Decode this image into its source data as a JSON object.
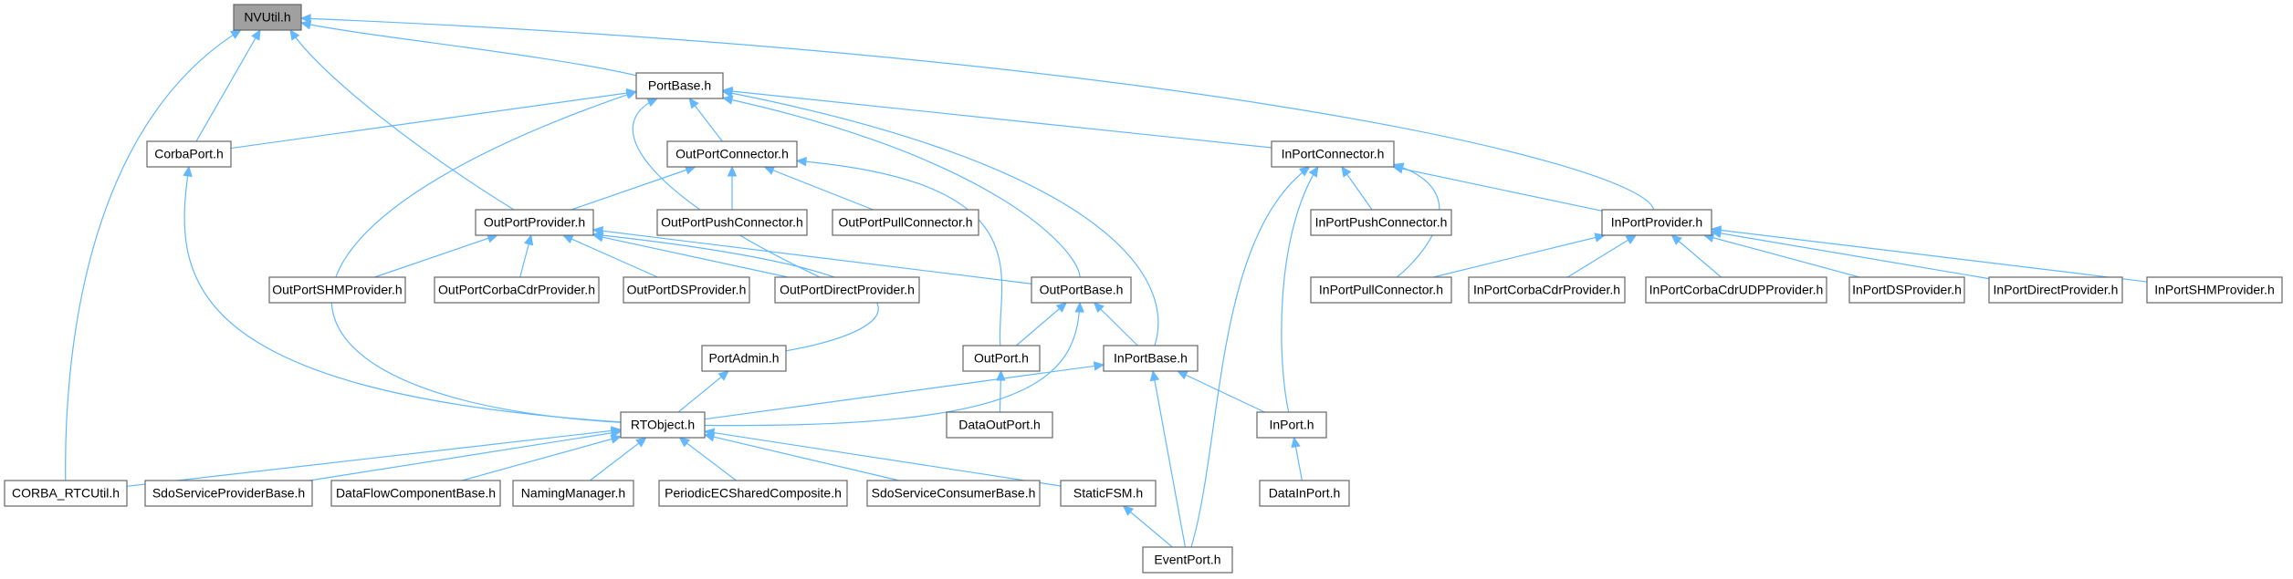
{
  "graph": {
    "type": "include-dependency-graph",
    "root": "nvutil",
    "nodes": [
      {
        "id": "nvutil",
        "label": "NVUtil.h"
      },
      {
        "id": "portbase",
        "label": "PortBase.h"
      },
      {
        "id": "corbaport",
        "label": "CorbaPort.h"
      },
      {
        "id": "outportconnector",
        "label": "OutPortConnector.h"
      },
      {
        "id": "inportconnector",
        "label": "InPortConnector.h"
      },
      {
        "id": "outportprovider",
        "label": "OutPortProvider.h"
      },
      {
        "id": "outportpushconnector",
        "label": "OutPortPushConnector.h"
      },
      {
        "id": "outportpullconnector",
        "label": "OutPortPullConnector.h"
      },
      {
        "id": "inportpushconnector",
        "label": "InPortPushConnector.h"
      },
      {
        "id": "inportprovider",
        "label": "InPortProvider.h"
      },
      {
        "id": "outportshmprovider",
        "label": "OutPortSHMProvider.h"
      },
      {
        "id": "outportcorbacdrprovider",
        "label": "OutPortCorbaCdrProvider.h"
      },
      {
        "id": "outportdsprovider",
        "label": "OutPortDSProvider.h"
      },
      {
        "id": "outportdirectprovider",
        "label": "OutPortDirectProvider.h"
      },
      {
        "id": "outportbase",
        "label": "OutPortBase.h"
      },
      {
        "id": "inportpullconnector",
        "label": "InPortPullConnector.h"
      },
      {
        "id": "inportcorbacdrprovider",
        "label": "InPortCorbaCdrProvider.h"
      },
      {
        "id": "inportcorbacdrudpprovider",
        "label": "InPortCorbaCdrUDPProvider.h"
      },
      {
        "id": "inportdsprovider",
        "label": "InPortDSProvider.h"
      },
      {
        "id": "inportdirectprovider",
        "label": "InPortDirectProvider.h"
      },
      {
        "id": "inportshmprovider",
        "label": "InPortSHMProvider.h"
      },
      {
        "id": "portadmin",
        "label": "PortAdmin.h"
      },
      {
        "id": "outport",
        "label": "OutPort.h"
      },
      {
        "id": "inportbase",
        "label": "InPortBase.h"
      },
      {
        "id": "rtobject",
        "label": "RTObject.h"
      },
      {
        "id": "dataoutport",
        "label": "DataOutPort.h"
      },
      {
        "id": "inport",
        "label": "InPort.h"
      },
      {
        "id": "corba_rtcutil",
        "label": "CORBA_RTCUtil.h"
      },
      {
        "id": "sdoserviceproviderbase",
        "label": "SdoServiceProviderBase.h"
      },
      {
        "id": "dataflowcomponentbase",
        "label": "DataFlowComponentBase.h"
      },
      {
        "id": "namingmanager",
        "label": "NamingManager.h"
      },
      {
        "id": "periodicecsharedcomposite",
        "label": "PeriodicECSharedComposite.h"
      },
      {
        "id": "sdoserviceconsumerbase",
        "label": "SdoServiceConsumerBase.h"
      },
      {
        "id": "staticfsm",
        "label": "StaticFSM.h"
      },
      {
        "id": "datainport",
        "label": "DataInPort.h"
      },
      {
        "id": "eventport",
        "label": "EventPort.h"
      }
    ],
    "edges": [
      [
        "portbase",
        "nvutil"
      ],
      [
        "corbaport",
        "nvutil"
      ],
      [
        "outportprovider",
        "nvutil"
      ],
      [
        "inportprovider",
        "nvutil"
      ],
      [
        "corba_rtcutil",
        "nvutil"
      ],
      [
        "corbaport",
        "portbase"
      ],
      [
        "outportconnector",
        "portbase"
      ],
      [
        "inportconnector",
        "portbase"
      ],
      [
        "outportbase",
        "portbase"
      ],
      [
        "inportbase",
        "portbase"
      ],
      [
        "rtobject",
        "portbase"
      ],
      [
        "outportdirectprovider",
        "portbase"
      ],
      [
        "rtobject",
        "corbaport"
      ],
      [
        "outportprovider",
        "outportconnector"
      ],
      [
        "outportpushconnector",
        "outportconnector"
      ],
      [
        "outportpullconnector",
        "outportconnector"
      ],
      [
        "outport",
        "outportconnector"
      ],
      [
        "inportprovider",
        "inportconnector"
      ],
      [
        "inportpushconnector",
        "inportconnector"
      ],
      [
        "inportpullconnector",
        "inportconnector"
      ],
      [
        "inport",
        "inportconnector"
      ],
      [
        "eventport",
        "inportconnector"
      ],
      [
        "outportshmprovider",
        "outportprovider"
      ],
      [
        "outportcorbacdrprovider",
        "outportprovider"
      ],
      [
        "outportdsprovider",
        "outportprovider"
      ],
      [
        "outportdirectprovider",
        "outportprovider"
      ],
      [
        "outportbase",
        "outportprovider"
      ],
      [
        "portadmin",
        "outportprovider"
      ],
      [
        "inportpullconnector",
        "inportprovider"
      ],
      [
        "inportcorbacdrprovider",
        "inportprovider"
      ],
      [
        "inportcorbacdrudpprovider",
        "inportprovider"
      ],
      [
        "inportdsprovider",
        "inportprovider"
      ],
      [
        "inportdirectprovider",
        "inportprovider"
      ],
      [
        "inportshmprovider",
        "inportprovider"
      ],
      [
        "outport",
        "outportbase"
      ],
      [
        "inportbase",
        "outportbase"
      ],
      [
        "rtobject",
        "outportbase"
      ],
      [
        "rtobject",
        "portadmin"
      ],
      [
        "dataoutport",
        "outport"
      ],
      [
        "rtobject",
        "inportbase"
      ],
      [
        "inport",
        "inportbase"
      ],
      [
        "eventport",
        "inportbase"
      ],
      [
        "corba_rtcutil",
        "rtobject"
      ],
      [
        "sdoserviceproviderbase",
        "rtobject"
      ],
      [
        "dataflowcomponentbase",
        "rtobject"
      ],
      [
        "namingmanager",
        "rtobject"
      ],
      [
        "periodicecsharedcomposite",
        "rtobject"
      ],
      [
        "sdoserviceconsumerbase",
        "rtobject"
      ],
      [
        "staticfsm",
        "rtobject"
      ],
      [
        "datainport",
        "inport"
      ],
      [
        "eventport",
        "staticfsm"
      ]
    ],
    "colors": {
      "edge": "#63b8ff",
      "node_border": "#666666",
      "root_fill": "#a0a0a0",
      "node_fill": "#ffffff"
    }
  }
}
